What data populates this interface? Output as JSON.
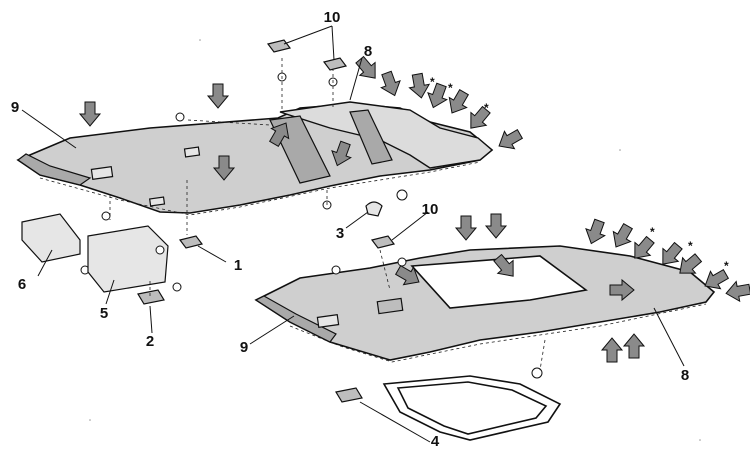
{
  "callouts": {
    "c1": "1",
    "c2": "2",
    "c3": "3",
    "c4": "4",
    "c5": "5",
    "c6": "6",
    "c8_top": "8",
    "c8_bottom": "8",
    "c9_top": "9",
    "c9_bottom": "9",
    "c10_top": "10",
    "c10_bottom": "10"
  },
  "asterisk": "*"
}
